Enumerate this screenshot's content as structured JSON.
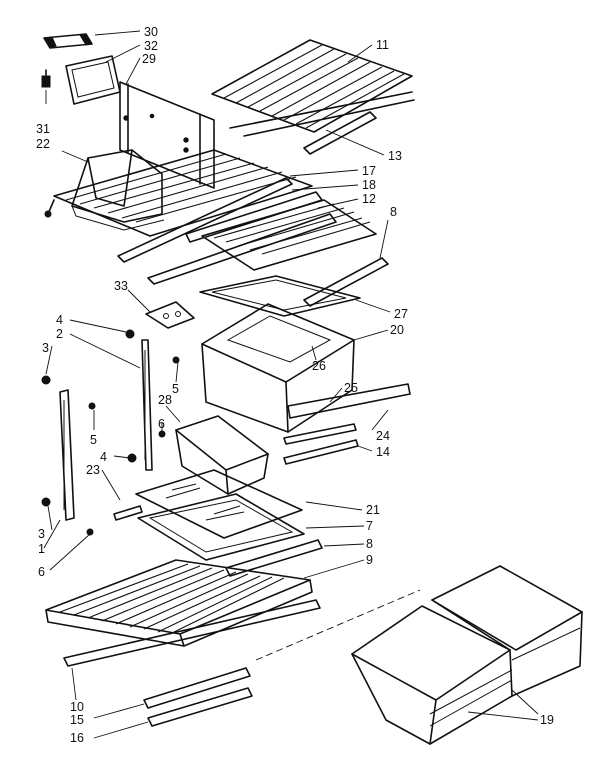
{
  "labels": {
    "p30": "30",
    "p32": "32",
    "p29": "29",
    "p11": "11",
    "p31": "31",
    "p22": "22",
    "p13": "13",
    "p17": "17",
    "p18": "18",
    "p12": "12",
    "p8a": "8",
    "p33": "33",
    "p27": "27",
    "p4a": "4",
    "p2": "2",
    "p20": "20",
    "p3a": "3",
    "p5a": "5",
    "p26": "26",
    "p25": "25",
    "p28": "28",
    "p5b": "5",
    "p6a": "6",
    "p24": "24",
    "p14": "14",
    "p4b": "4",
    "p23": "23",
    "p21": "21",
    "p7": "7",
    "p3b": "3",
    "p1": "1",
    "p8b": "8",
    "p6b": "6",
    "p9": "9",
    "p10": "10",
    "p15": "15",
    "p16": "16",
    "p19": "19"
  }
}
